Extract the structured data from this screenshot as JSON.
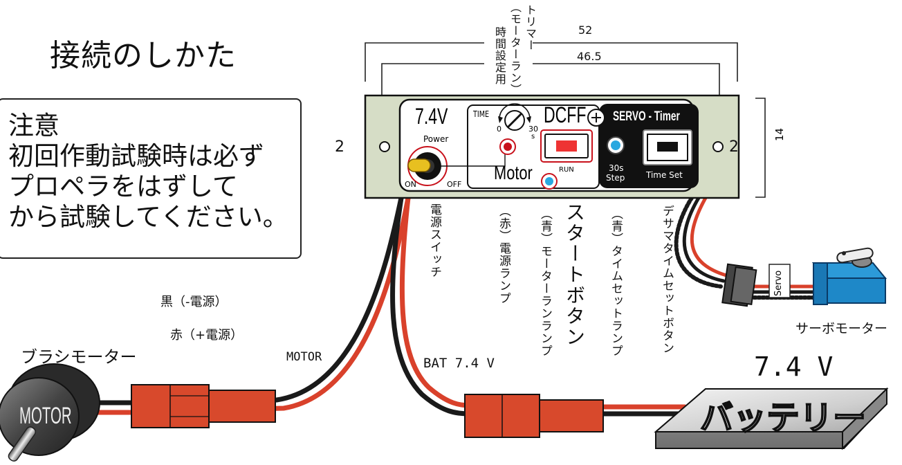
{
  "title": "接続のしかた",
  "caution": {
    "heading": "注意",
    "lines": [
      "初回作動試験時は必ず",
      "プロペラをはずして",
      "から試験してください。"
    ]
  },
  "dimensions": {
    "outer_width": "52",
    "inner_width": "46.5",
    "height": "14",
    "left_margin": "2",
    "right_margin": "2"
  },
  "trimmer": {
    "label": "トリマー",
    "sub_label": "（モーターラン）",
    "purpose": "時間設定用"
  },
  "panel": {
    "voltage": "7.4V",
    "power_label": "Power",
    "on_label": "ON",
    "off_label": "OFF",
    "time_label": "TIME",
    "dial_min": "0",
    "dial_max": "30",
    "dial_unit": "s",
    "dcff_label": "DCFF",
    "plus_symbol": "+",
    "motor_label": "Motor",
    "run_label": "RUN",
    "servo_timer_label": "SERVO - Timer",
    "step_label_1": "30s",
    "step_label_2": "Step",
    "time_set_label": "Time Set"
  },
  "callouts": {
    "power_switch": "電源スイッチ",
    "power_lamp": "（赤）電源ランプ",
    "motor_run_lamp": "（青）モーターランランプ",
    "start_button": "スタートボタン",
    "time_set_lamp": "（青）タイムセットランプ",
    "desma_timeset_button": "デサマタイムセットボタン"
  },
  "wires": {
    "black_label": "黒（-電源）",
    "red_label": "赤（+電源）",
    "motor_cable_label": "MOTOR",
    "bat_cable_label": "BAT 7.4 V"
  },
  "motor": {
    "caption": "ブラシモーター",
    "body_label": "MOTOR"
  },
  "battery": {
    "voltage": "7.4 V",
    "label": "バッテリー"
  },
  "servo": {
    "caption": "サーボモーター",
    "tag": "Servo"
  },
  "colors": {
    "panel_green": "#D6DDC6",
    "wire_red": "#D9412B",
    "connector_red": "#D8492C",
    "lamp_blue": "#29A8E0",
    "lamp_red": "#C8111B",
    "servo_blue": "#1E88C8"
  }
}
